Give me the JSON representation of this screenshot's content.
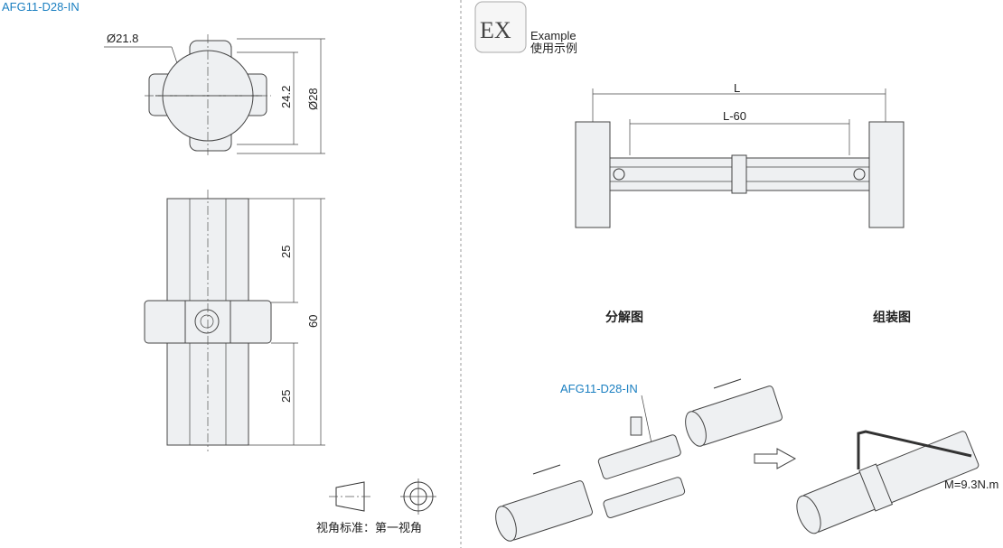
{
  "part_code": "AFG11-D28-IN",
  "dimensions": {
    "inner_dia": "Ø21.8",
    "outer_dia": "Ø28",
    "flat": "24.2",
    "upper_len": "25",
    "lower_len": "25",
    "total_len": "60"
  },
  "example": {
    "badge": "EX",
    "label_en": "Example",
    "label_cn": "使用示例",
    "dim_L": "L",
    "dim_L60": "L-60"
  },
  "labels": {
    "exploded": "分解图",
    "assembled": "组装图",
    "callout": "AFG11-D28-IN",
    "torque": "M=9.3N.m"
  },
  "projection": {
    "text": "视角标准：第一视角"
  }
}
